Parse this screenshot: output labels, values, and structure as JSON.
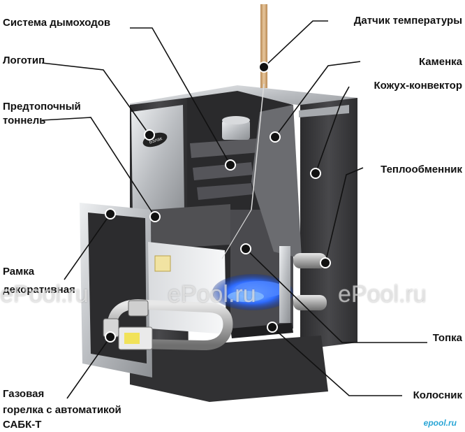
{
  "labels": {
    "chimney": "Система дымоходов",
    "logo": "Логотип",
    "pre_tunnel_1": "Предтопочный",
    "pre_tunnel_2": "тоннель",
    "frame_1": "Рамка",
    "frame_2": "декоративная",
    "burner_1": "Газовая",
    "burner_2": "горелка с автоматикой",
    "burner_3": "САБК-Т",
    "temp_sensor": "Датчик температуры",
    "stone_box": "Каменка",
    "casing": "Кожух-конвектор",
    "heat_exchanger": "Теплообменник",
    "firebox": "Топка",
    "grate": "Колосник"
  },
  "logo_text": "Бэлак",
  "watermarks": {
    "wm1": "ePool.ru",
    "wm2": "ePool.ru",
    "wm3": "ePool.ru",
    "corner": "epool.ru"
  },
  "colors": {
    "body_dark": "#3a3a3c",
    "steel": "#c9cbce",
    "flame": "#2f6cff",
    "leader": "#111111"
  }
}
